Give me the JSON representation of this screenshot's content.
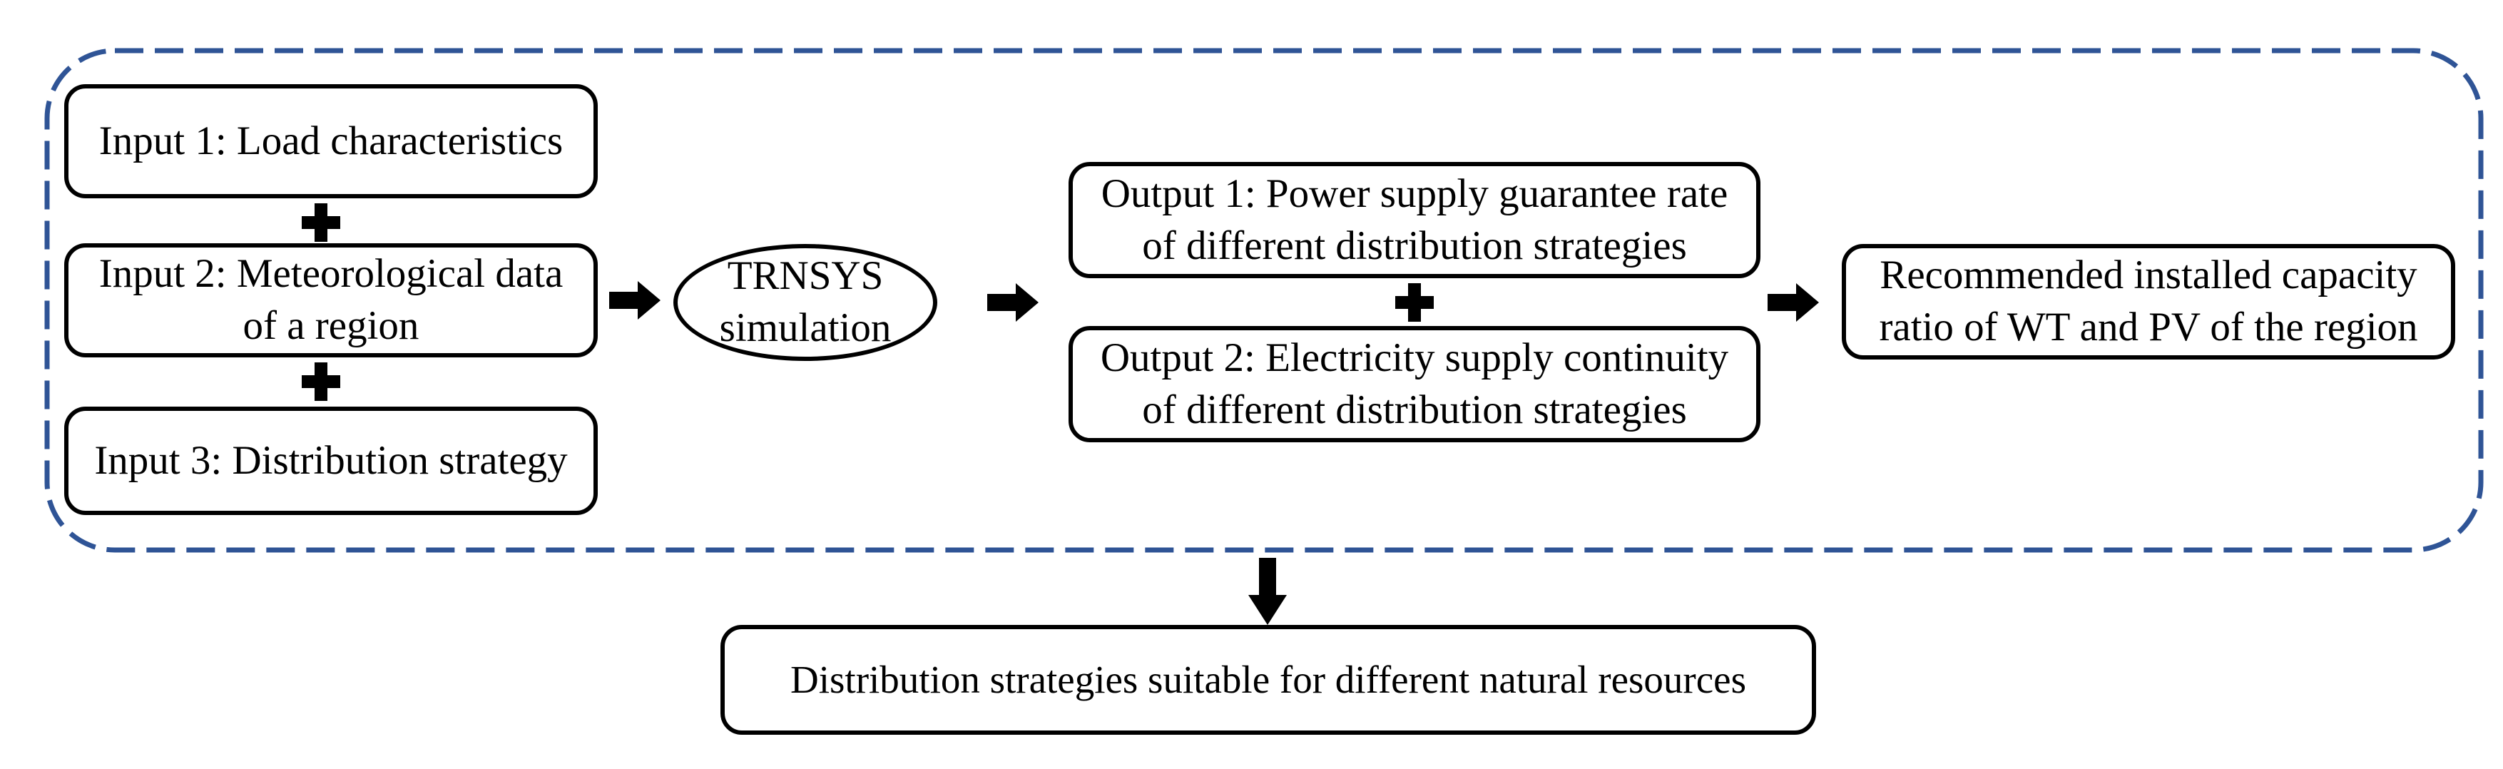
{
  "diagram": {
    "inputs": [
      {
        "label": "Input 1: Load characteristics"
      },
      {
        "label": "Input 2: Meteorological data\nof a region"
      },
      {
        "label": "Input 3: Distribution strategy"
      }
    ],
    "process": {
      "label": "TRNSYS\nsimulation"
    },
    "outputs": [
      {
        "label": "Output 1: Power supply guarantee rate\nof different distribution strategies"
      },
      {
        "label": "Output 2: Electricity supply continuity\nof different distribution strategies"
      }
    ],
    "result": {
      "label": "Recommended installed capacity\nratio of WT and PV of the region"
    },
    "conclusion": {
      "label": "Distribution strategies suitable for different natural resources"
    },
    "icons": {
      "plus": "plus-icon",
      "arrow_right": "arrow-right-icon",
      "arrow_down": "arrow-down-icon"
    },
    "colors": {
      "frame_dash": "#2F5496",
      "box_border": "#000000",
      "box_fill": "#FFFFFF",
      "arrow": "#000000",
      "text": "#000000"
    }
  }
}
